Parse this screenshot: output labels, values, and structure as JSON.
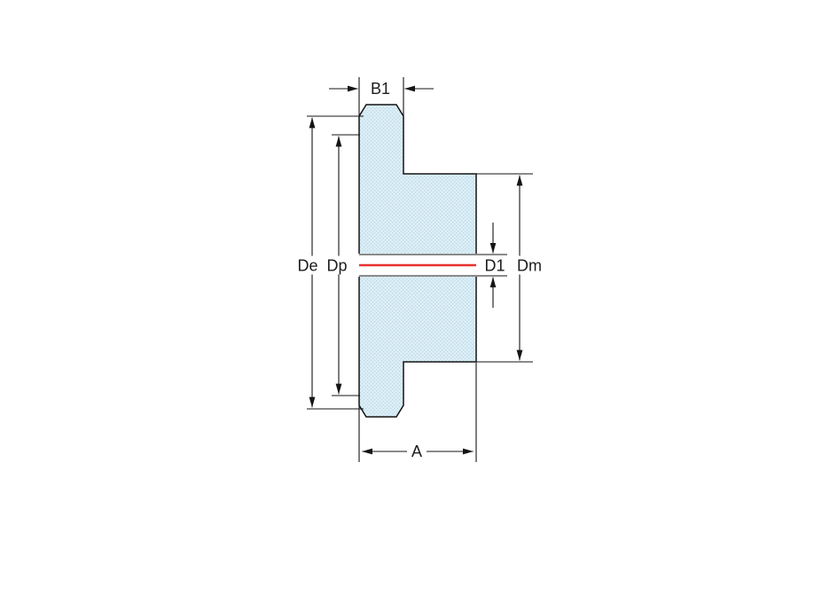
{
  "labels": {
    "b1": "B1",
    "de": "De",
    "dp": "Dp",
    "d1": "D1",
    "dm": "Dm",
    "a": "A"
  },
  "colors": {
    "fill": "#ddeef6",
    "fill_dot": "#b7d9e6",
    "centerline": "#e8322e",
    "line": "#141414",
    "text": "#1c1c1c"
  }
}
